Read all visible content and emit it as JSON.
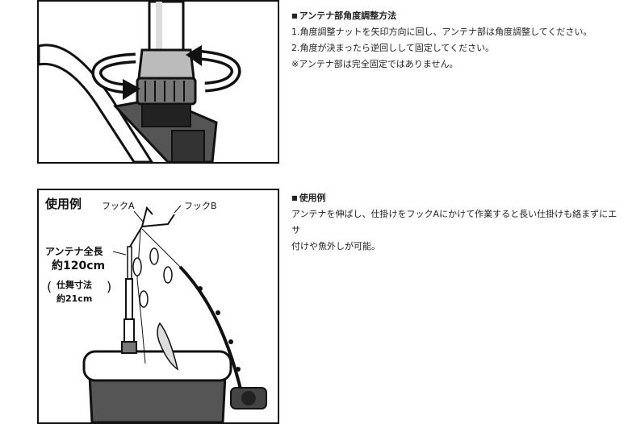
{
  "adjust_section": {
    "bullet": "■",
    "heading": "アンテナ部角度調整方法",
    "lines": [
      "1.角度調整ナットを矢印方向に回し、アンテナ部は角度調整してください。",
      "2.角度が決まったら逆回しして固定してください。",
      "※アンテナ部は完全固定ではありません。"
    ]
  },
  "usage_section": {
    "bullet": "■",
    "heading": "使用例",
    "lines": [
      "アンテナを伸ばし、仕掛けをフックAにかけて作業すると長い仕掛けも絡まずにエサ",
      "付けや魚外しが可能。"
    ]
  },
  "usage_figure": {
    "title": "使用例",
    "hook_a": "フックA",
    "hook_b": "フックB",
    "length_label_1": "アンテナ全長",
    "length_label_2": "約120cm",
    "stored_label_1": "仕舞寸法",
    "stored_label_2": "約21cm"
  }
}
